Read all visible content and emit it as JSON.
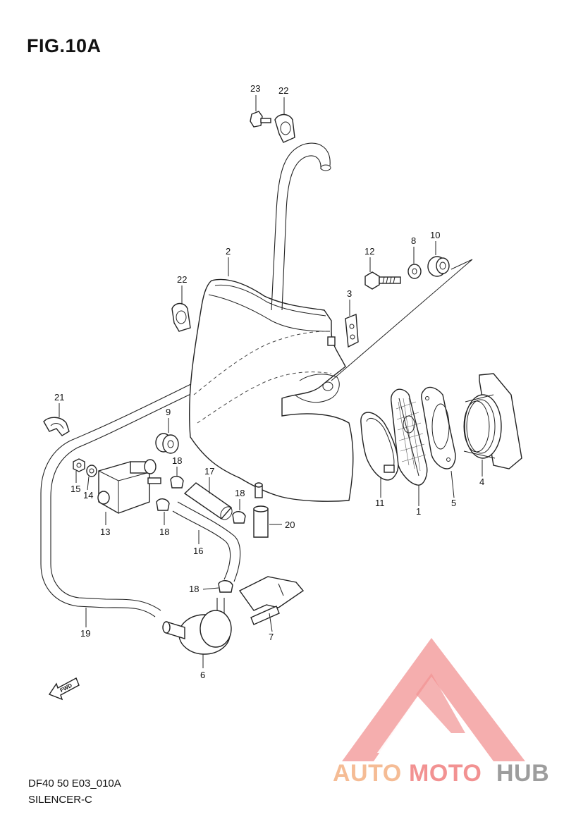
{
  "figure": {
    "title": "FIG.10A",
    "code": "DF40 50 E03_010A",
    "caption": "SILENCER-C"
  },
  "callouts": {
    "c1": "1",
    "c2": "2",
    "c3": "3",
    "c4": "4",
    "c5": "5",
    "c6": "6",
    "c7": "7",
    "c8": "8",
    "c9": "9",
    "c10": "10",
    "c11": "11",
    "c12": "12",
    "c13": "13",
    "c14": "14",
    "c15": "15",
    "c16": "16",
    "c17": "17",
    "c18a": "18",
    "c18b": "18",
    "c18c": "18",
    "c18d": "18",
    "c19": "19",
    "c20": "20",
    "c21": "21",
    "c22a": "22",
    "c22b": "22",
    "c23": "23"
  },
  "fwd_label": "FWD",
  "watermark": {
    "part1": "AUTO",
    "part2": "MOTO",
    "part3": "HUB",
    "colors": {
      "auto": "#f4b183",
      "moto": "#f08080",
      "hub": "#8c8c8c",
      "triangle": "#f08080"
    }
  },
  "icons": {
    "fwd": "fwd-arrow-icon",
    "logo": "triangle-logo-icon"
  }
}
